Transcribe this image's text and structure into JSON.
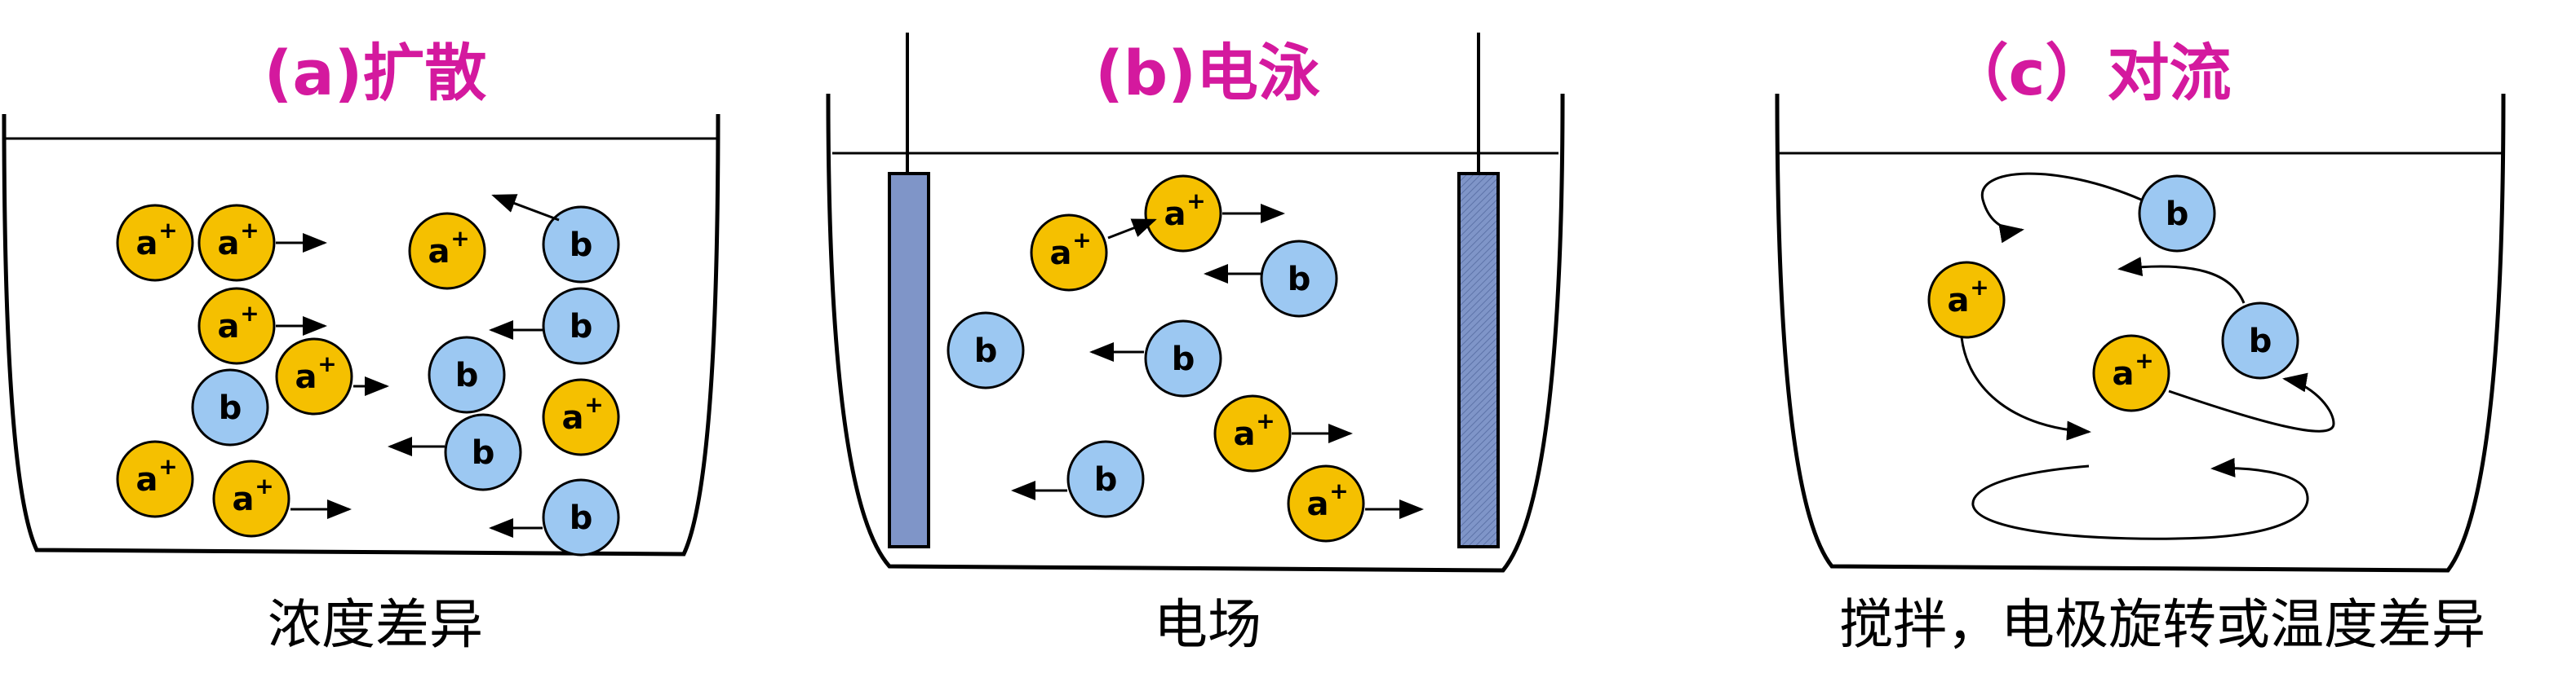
{
  "panels": {
    "a": {
      "title": "(a)扩散",
      "caption": "浓度差异"
    },
    "b": {
      "title": "(b)电泳",
      "caption": "电场"
    },
    "c": {
      "title": "（c）对流",
      "caption": "搅拌，电极旋转或温度差异"
    }
  },
  "ions": {
    "cation": {
      "base": "a",
      "sup": "+",
      "color": "#f5c000"
    },
    "anion": {
      "base": "b",
      "color": "#9cc8f2"
    }
  },
  "colors": {
    "title": "#d4199e",
    "electrode": "#7f95c8",
    "outline": "#000000"
  }
}
